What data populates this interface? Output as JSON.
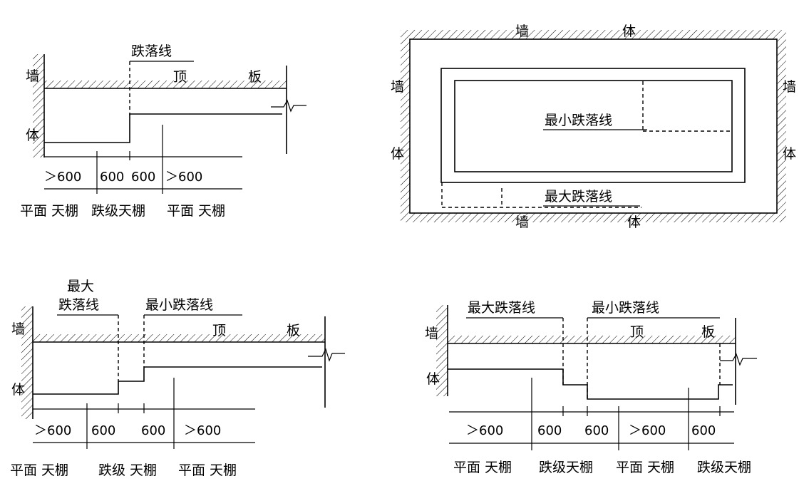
{
  "labels": {
    "wall": "墙",
    "body": "体",
    "top": "顶",
    "slab": "板",
    "drop_line": "跌落线",
    "min_drop_line": "最小跌落线",
    "max_drop_line": "最大跌落线",
    "max": "最大",
    "gt600": "＞600",
    "v600": "600",
    "flat_ceiling": "平面 天棚",
    "flat_ceiling_tight": "平面天棚",
    "drop_ceiling": "跌级天棚",
    "drop_ceiling_spaced": "跌级 天棚"
  }
}
